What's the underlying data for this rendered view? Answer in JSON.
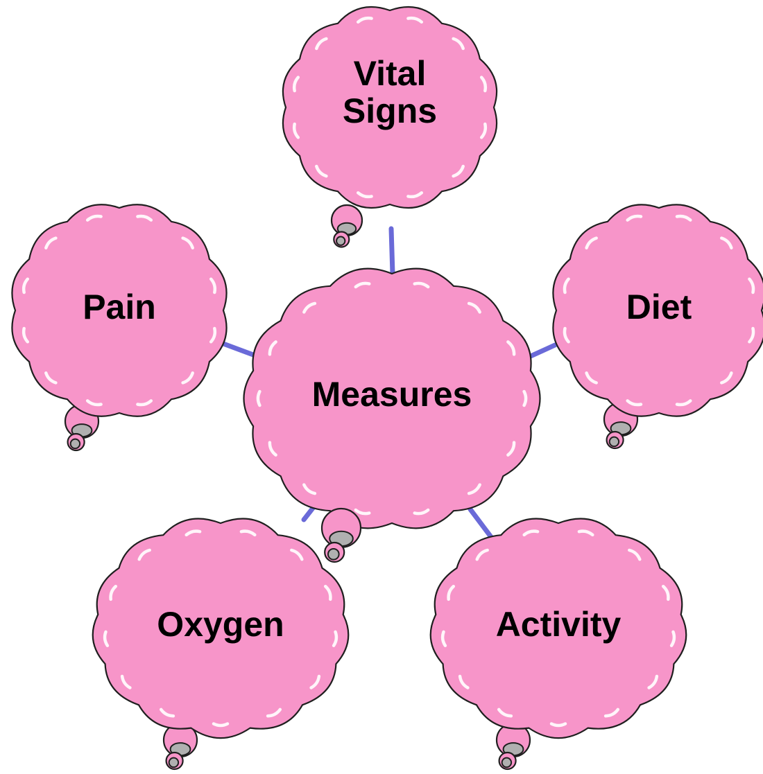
{
  "diagram": {
    "center": {
      "label": "Measures"
    },
    "nodes": [
      {
        "id": "vital-signs",
        "lines": [
          "Vital",
          "Signs"
        ]
      },
      {
        "id": "pain",
        "lines": [
          "Pain"
        ]
      },
      {
        "id": "diet",
        "lines": [
          "Diet"
        ]
      },
      {
        "id": "oxygen",
        "lines": [
          "Oxygen"
        ]
      },
      {
        "id": "activity",
        "lines": [
          "Activity"
        ]
      }
    ],
    "edges": [
      {
        "from": "vital-signs",
        "to": "center"
      },
      {
        "from": "pain",
        "to": "center"
      },
      {
        "from": "diet",
        "to": "center"
      },
      {
        "from": "oxygen",
        "to": "center"
      },
      {
        "from": "activity",
        "to": "center"
      }
    ]
  },
  "colors": {
    "cloud_fill": "#f795c9",
    "outline": "#1f1f1f",
    "connector": "#6a6ad8",
    "text": "#000000"
  }
}
